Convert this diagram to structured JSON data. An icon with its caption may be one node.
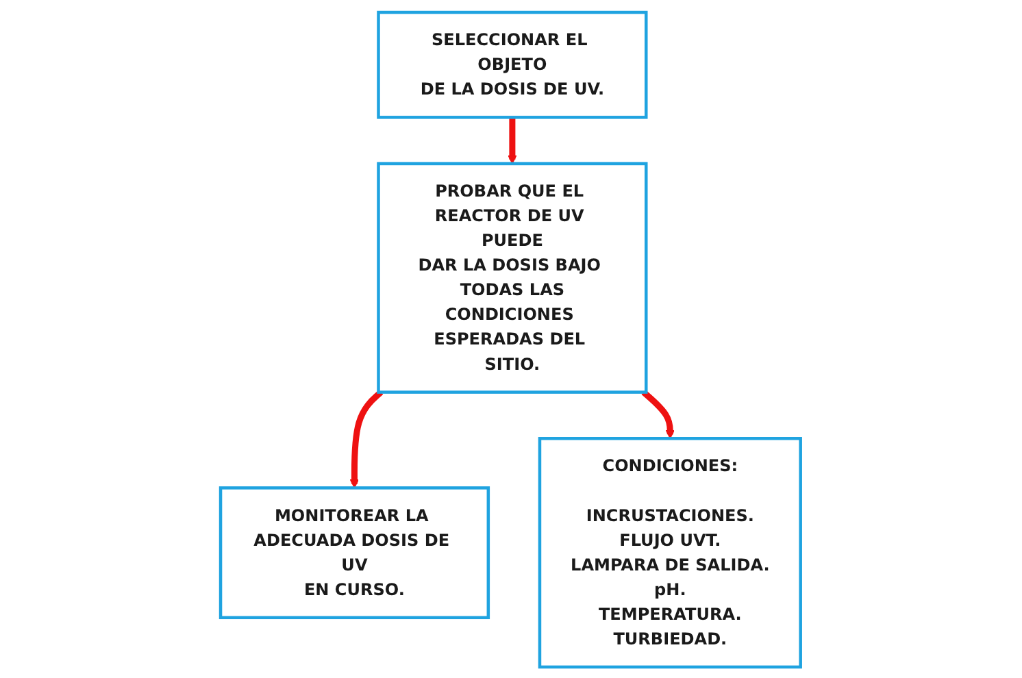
{
  "diagram": {
    "nodes": [
      {
        "text": [
          "SELECCIONAR EL OBJETO DE LA DOSIS DE UV."
        ]
      },
      {
        "text": [
          "PROBAR QUE EL REACTOR DE UV PUEDE DAR LA DOSIS BAJO TODAS LAS CONDICIONES ESPERADAS DEL SITIO."
        ]
      },
      {
        "text": [
          "MONITOREAR LA ADECUADA DOSIS DE UV EN CURSO."
        ]
      },
      {
        "text": [
          "CONDICIONES:",
          "INCRUSTACIONES.",
          "FLUJO UVT.",
          "LAMPARA DE SALIDA.",
          "pH.",
          "TEMPERATURA.",
          "TURBIEDAD."
        ]
      }
    ],
    "edges": [
      {
        "from": 0,
        "to": 1,
        "arrow": "to"
      },
      {
        "from": 1,
        "to": 2,
        "arrow": "to"
      },
      {
        "from": 1,
        "to": 3,
        "arrow": "to"
      }
    ]
  }
}
